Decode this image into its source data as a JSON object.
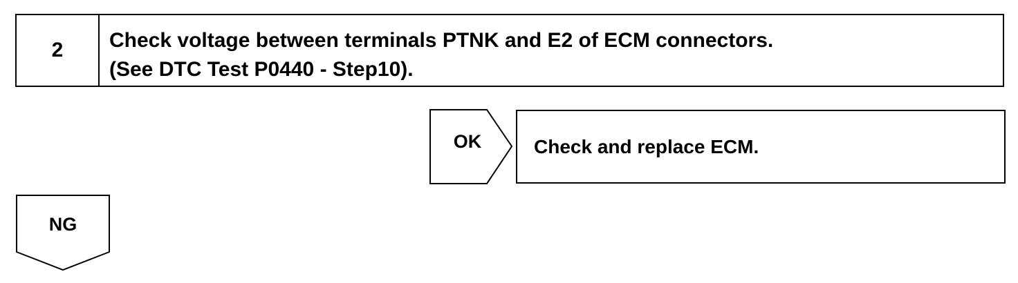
{
  "step": {
    "number": "2",
    "line1": "Check voltage between terminals PTNK and E2 of ECM connectors.",
    "line2": "(See DTC Test P0440 - Step10)."
  },
  "ok_branch": {
    "label": "OK",
    "action": "Check and replace ECM."
  },
  "ng_branch": {
    "label": "NG"
  }
}
